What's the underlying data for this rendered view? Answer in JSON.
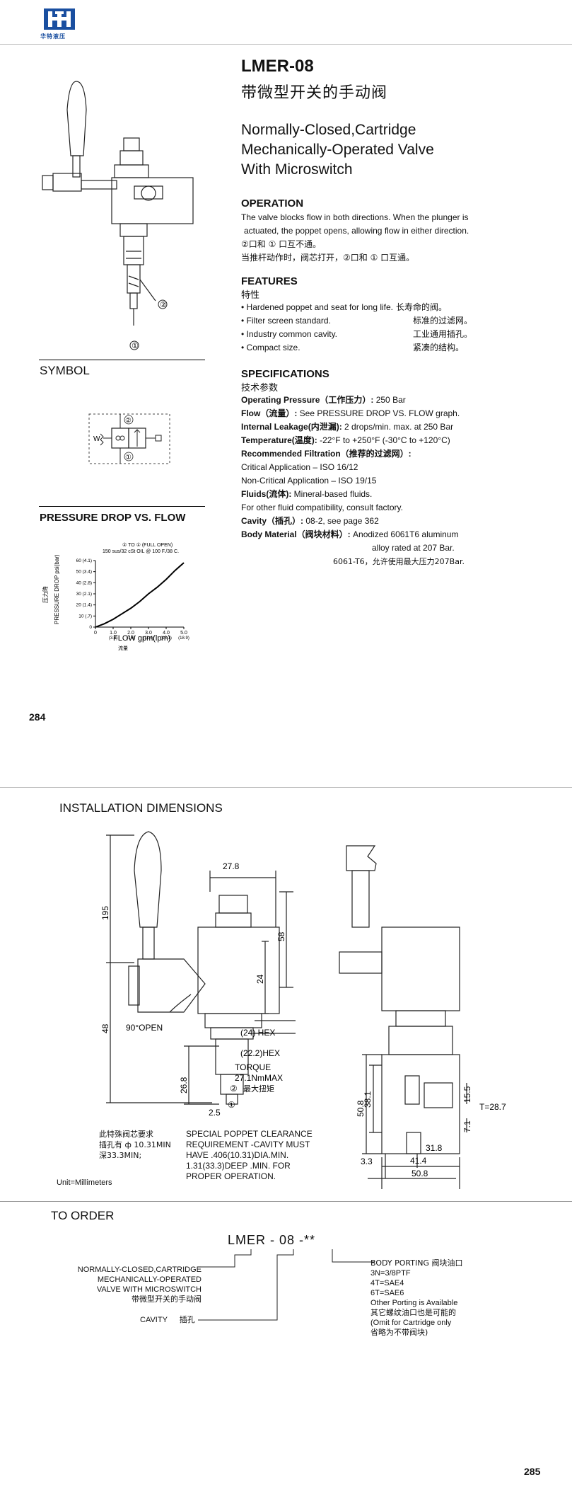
{
  "header": {
    "logo_text": "华特液压",
    "model": "LMER-08",
    "cn_title": "带微型开关的手动阀",
    "en_title": [
      "Normally-Closed,Cartridge",
      "Mechanically-Operated Valve",
      "With Microswitch"
    ]
  },
  "operation": {
    "heading": "OPERATION",
    "lines": [
      "The valve blocks flow in both directions. When the plunger is",
      "actuated, the poppet opens, allowing flow in either direction.",
      "②口和 ① 口互不通。",
      "当推杆动作时，阀芯打开，②口和 ① 口互通。"
    ]
  },
  "features": {
    "heading": "FEATURES",
    "heading_cn": "特性",
    "items": [
      {
        "en": "• Hardened poppet and seat for long life.",
        "cn": "长寿命的阀。"
      },
      {
        "en": "• Filter screen standard.",
        "cn": "标准的过滤网。"
      },
      {
        "en": "• Industry common cavity.",
        "cn": "工业通用插孔。"
      },
      {
        "en": "• Compact size.",
        "cn": "紧凑的结构。"
      }
    ]
  },
  "specifications": {
    "heading": "SPECIFICATIONS",
    "heading_cn": "技术参数",
    "rows": [
      {
        "label": "Operating Pressure（工作压力）:",
        "value": " 250 Bar"
      },
      {
        "label": "Flow（流量）:",
        "value": " See PRESSURE DROP VS. FLOW graph."
      },
      {
        "label": "Internal Leakage(内泄漏):",
        "value": " 2 drops/min. max. at 250 Bar"
      },
      {
        "label": "Temperature(温度):",
        "value": " -22°F to +250°F (-30°C to +120°C)"
      },
      {
        "label": "Recommended Filtration（推荐的过滤网）:",
        "value": ""
      },
      {
        "label": "",
        "value": "Critical Application – ISO 16/12"
      },
      {
        "label": "",
        "value": "Non-Critical Application – ISO 19/15"
      },
      {
        "label": "Fluids(流体):",
        "value": " Mineral-based fluids."
      },
      {
        "label": "",
        "value": "For other fluid compatibility, consult factory."
      },
      {
        "label": "Cavity（插孔）:",
        "value": " 08-2, see page   362"
      },
      {
        "label": "Body Material（阀块材料）:",
        "value": " Anodized 6061T6 aluminum"
      },
      {
        "label": "",
        "value": "alloy rated at 207 Bar."
      },
      {
        "label": "",
        "value": "6061-T6，允许使用最大压力207Bar."
      }
    ]
  },
  "cutaway": {
    "port2": "②",
    "port1": "①"
  },
  "symbol": {
    "heading": "SYMBOL",
    "port2": "②",
    "port1": "①",
    "w": "W"
  },
  "pressure_drop": {
    "heading": "PRESSURE DROP VS. FLOW",
    "legend1": "② TO ①  (FULL OPEN)",
    "legend2": "150 sus/32 cSt OIL @ 100  F./38  C.",
    "ylabel": "PRESSURE DROP psi(bar)",
    "ylabel_cn": "压力降",
    "xlabel": "FLOW gpm(lpm)",
    "xlabel_cn": "流量"
  },
  "chart_data": {
    "type": "line",
    "x": [
      0,
      0.5,
      1.0,
      1.5,
      2.0,
      2.5,
      3.0,
      3.5,
      4.0,
      4.5,
      5.0
    ],
    "series": [
      {
        "values": [
          0,
          3,
          7,
          12,
          17,
          23,
          30,
          36,
          43,
          51,
          58
        ]
      }
    ],
    "xlim": [
      0,
      5.0
    ],
    "ylim": [
      0,
      60
    ],
    "x_ticks": [
      {
        "v": 0,
        "label": "0"
      },
      {
        "v": 1.0,
        "label": "1.0",
        "sub": "(3.8)"
      },
      {
        "v": 2.0,
        "label": "2.0",
        "sub": "(7.6)"
      },
      {
        "v": 3.0,
        "label": "3.0",
        "sub": "(11.4)"
      },
      {
        "v": 4.0,
        "label": "4.0",
        "sub": "(15.1)"
      },
      {
        "v": 5.0,
        "label": "5.0",
        "sub": "(18.9)"
      }
    ],
    "y_ticks": [
      {
        "v": 0,
        "label": "0"
      },
      {
        "v": 10,
        "label": "10 (.7)"
      },
      {
        "v": 20,
        "label": "20 (1.4)"
      },
      {
        "v": 30,
        "label": "30 (2.1)"
      },
      {
        "v": 40,
        "label": "40 (2.8)"
      },
      {
        "v": 50,
        "label": "50 (3.4)"
      },
      {
        "v": 60,
        "label": "60 (4.1)"
      }
    ]
  },
  "page_top": "284",
  "installation": {
    "heading": "INSTALLATION DIMENSIONS",
    "dims": {
      "d278": "27.8",
      "d195": "195",
      "d58": "58",
      "d24": "24",
      "d48": "48",
      "open": "90°OPEN",
      "hex24": "(24) HEX",
      "hex222": "(22.2)HEX",
      "torque1": "TORQUE",
      "torque2": "27.1NmMAX",
      "torque_cn": "最大扭矩",
      "d268": "26.8",
      "d25": "2.5",
      "d155": "15.5",
      "t287": "T=28.7",
      "d71": "7.1",
      "d508v": "50.8",
      "d381": "38.1",
      "d318": "31.8",
      "d33": "3.3",
      "d414": "41.4",
      "d508h": "50.8",
      "port2": "②",
      "port1": "①"
    },
    "note_cn": [
      "此特殊阀芯要求",
      "插孔有 ф 10.31MIN",
      "深33.3MIN;"
    ],
    "note_en": [
      "SPECIAL POPPET CLEARANCE",
      "REQUIREMENT -CAVITY MUST",
      "HAVE .406(10.31)DIA.MIN.",
      "1.31(33.3)DEEP   .MIN.    FOR",
      "PROPER OPERATION."
    ],
    "unit": "Unit=Millimeters"
  },
  "order": {
    "heading": "TO  ORDER",
    "code": "LMER - 08   -**",
    "left_lines": [
      "NORMALLY-CLOSED,CARTRIDGE",
      "MECHANICALLY-OPERATED",
      "VALVE WITH MICROSWITCH",
      "带微型开关的手动阀"
    ],
    "cavity": "CAVITY",
    "cavity_cn": "插孔",
    "right_lines": [
      "BODY PORTING 阀块油口",
      "3N=3/8PTF",
      "4T=SAE4",
      "6T=SAE6",
      "Other Porting is Available",
      "其它螺纹油口也是可能的",
      "(Omit for Cartridge only",
      "  省略为不带阀块)"
    ]
  },
  "page_bottom": "285",
  "colors": {
    "logo": "#1a4fa0",
    "line": "#000000"
  }
}
